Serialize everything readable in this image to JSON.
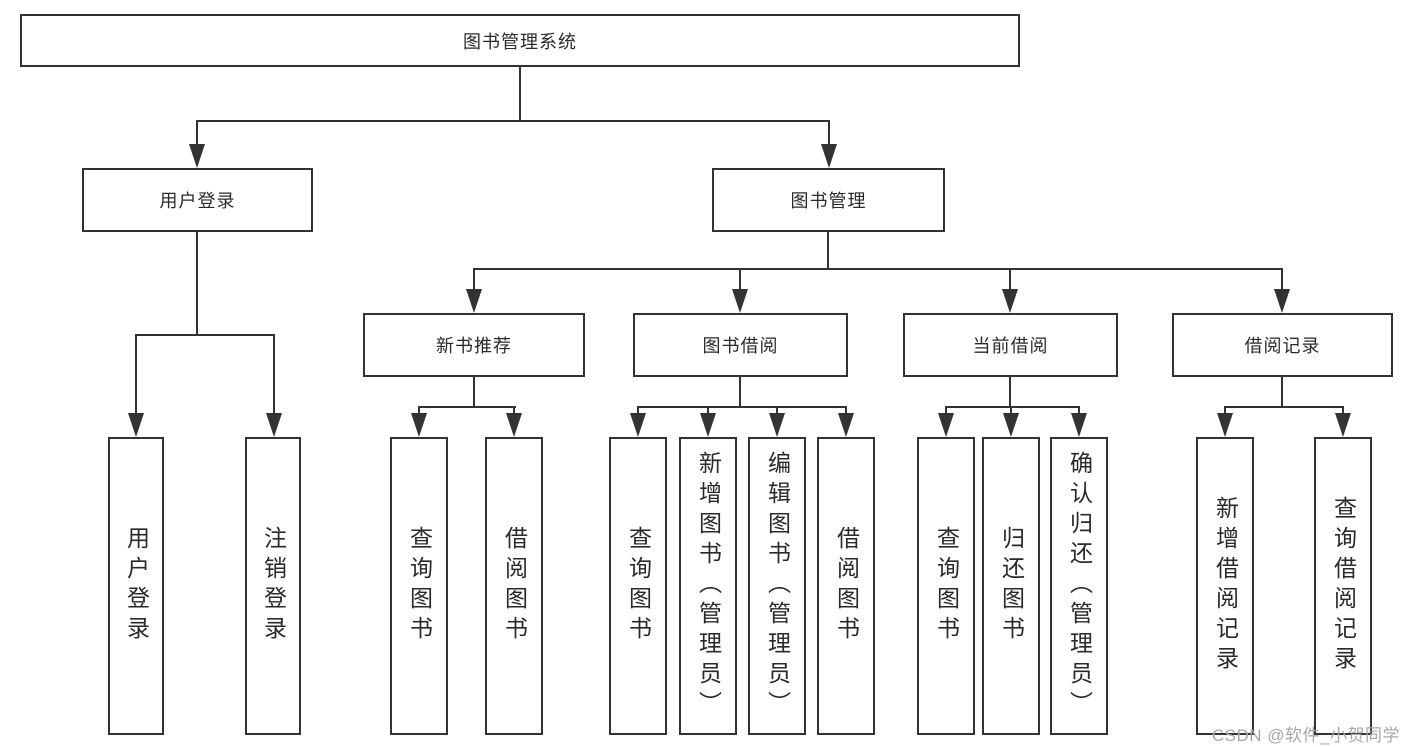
{
  "diagram": {
    "title_node": {
      "label": "图书管理系统"
    },
    "level2": [
      {
        "key": "user-login",
        "label": "用户登录"
      },
      {
        "key": "book-management",
        "label": "图书管理"
      }
    ],
    "level3": [
      {
        "key": "new-book-recommend",
        "label": "新书推荐"
      },
      {
        "key": "book-borrow",
        "label": "图书借阅"
      },
      {
        "key": "current-borrow",
        "label": "当前借阅"
      },
      {
        "key": "borrow-records",
        "label": "借阅记录"
      }
    ],
    "leaves": {
      "user_login": [
        {
          "label": "用户登录"
        },
        {
          "label": "注销登录"
        }
      ],
      "new_book": [
        {
          "label": "查询图书"
        },
        {
          "label": "借阅图书"
        }
      ],
      "book_borrow": [
        {
          "label": "查询图书"
        },
        {
          "label": "新增图书（管理员）"
        },
        {
          "label": "编辑图书（管理员）"
        },
        {
          "label": "借阅图书"
        }
      ],
      "current_borrow": [
        {
          "label": "查询图书"
        },
        {
          "label": "归还图书"
        },
        {
          "label": "确认归还（管理员）"
        }
      ],
      "borrow_records": [
        {
          "label": "新增借阅记录"
        },
        {
          "label": "查询借阅记录"
        }
      ]
    }
  },
  "watermark": {
    "text": "CSDN @软件_小贺同学"
  },
  "colors": {
    "line": "#333333",
    "box_border": "#333333",
    "text": "#2a2a2a",
    "background": "#ffffff",
    "watermark": "#a8a8a8"
  }
}
